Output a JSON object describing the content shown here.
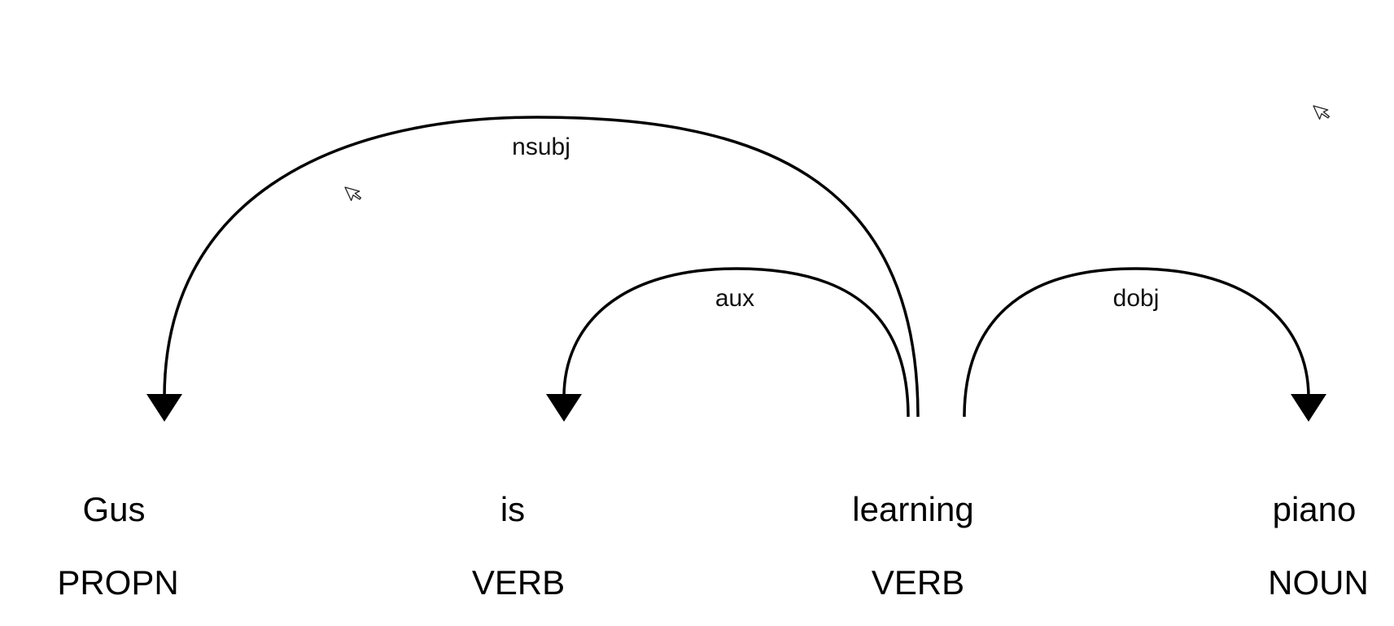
{
  "tokens": [
    {
      "text": "Gus",
      "tag": "PROPN"
    },
    {
      "text": "is",
      "tag": "VERB"
    },
    {
      "text": "learning",
      "tag": "VERB"
    },
    {
      "text": "piano",
      "tag": "NOUN"
    }
  ],
  "arcs": [
    {
      "label": "nsubj",
      "head": 2,
      "dependent": 0
    },
    {
      "label": "aux",
      "head": 2,
      "dependent": 1
    },
    {
      "label": "dobj",
      "head": 2,
      "dependent": 3
    }
  ],
  "icons": [
    "cursor-icon",
    "cursor-icon"
  ]
}
